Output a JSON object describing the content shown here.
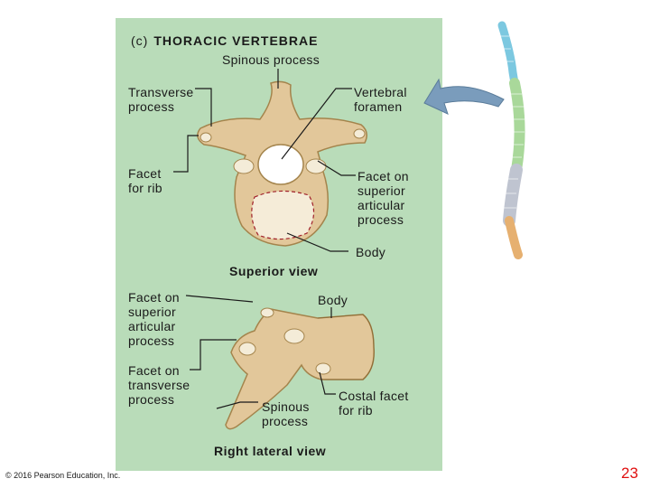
{
  "slide": {
    "panel_color": "#b9dcb9",
    "title_tag": "(c)",
    "title": "THORACIC VERTEBRAE",
    "labels": {
      "spinous_top": "Spinous process",
      "transverse": "Transverse\nprocess",
      "foramen": "Vertebral\nforamen",
      "facet_rib": "Facet\nfor rib",
      "facet_superior_top": "Facet on\nsuperior\narticular\nprocess",
      "body_top": "Body",
      "superior_view": "Superior view",
      "facet_superior_side": "Facet on\nsuperior\narticular\nprocess",
      "body_side": "Body",
      "facet_transverse": "Facet on\ntransverse\nprocess",
      "spinous_side": "Spinous\nprocess",
      "costal_facet": "Costal facet\nfor rib",
      "lateral_view": "Right lateral view"
    },
    "copyright": "© 2016 Pearson Education, Inc.",
    "page_number": "23",
    "page_number_color": "#e01010"
  }
}
